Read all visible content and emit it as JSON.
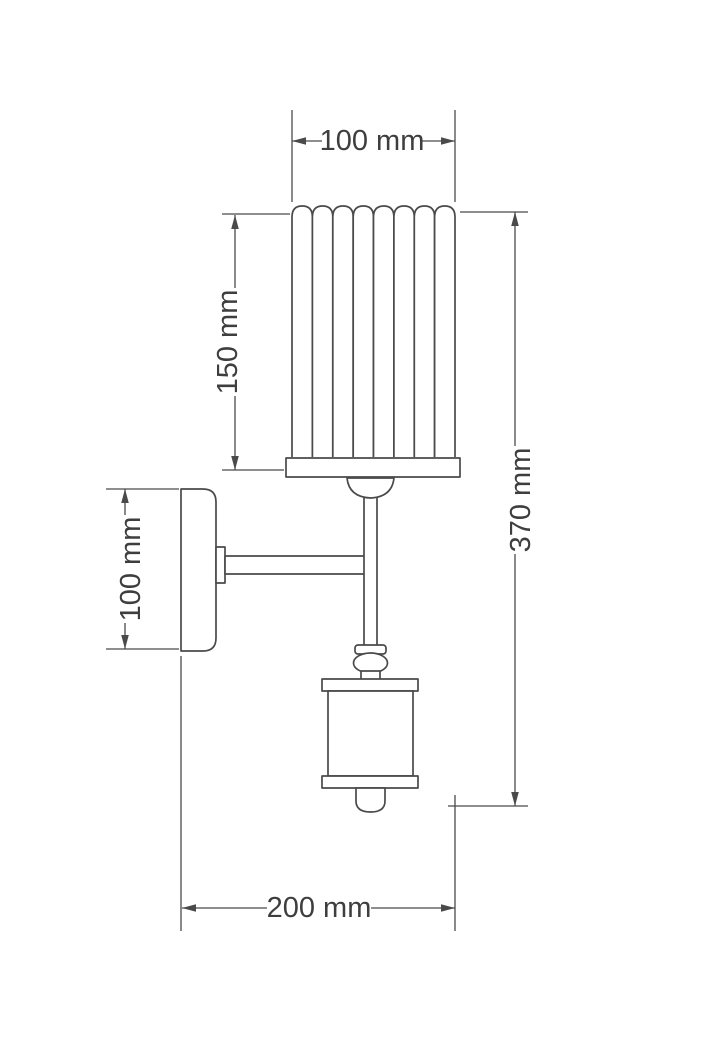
{
  "diagram": {
    "subject": "wall-sconce-dimension-drawing",
    "units": "mm",
    "background_color": "#ffffff",
    "line_color": "#4a4a4a",
    "text_color": "#3e3e3e",
    "dimensions": {
      "shade_width": {
        "label": "100 mm",
        "value": 100
      },
      "shade_height": {
        "label": "150 mm",
        "value": 150
      },
      "overall_height": {
        "label": "370 mm",
        "value": 370
      },
      "backplate_height": {
        "label": "100 mm",
        "value": 100
      },
      "overall_depth": {
        "label": "200 mm",
        "value": 200
      }
    }
  }
}
